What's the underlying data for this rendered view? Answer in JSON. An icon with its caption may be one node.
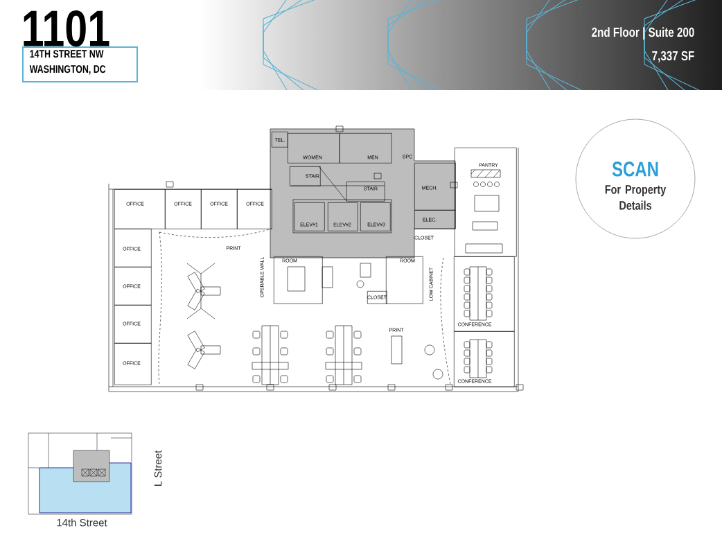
{
  "diagram": {
    "nodes": [
      {
        "text": [
          "OFFICE"
        ]
      },
      {
        "text": [
          "OFFICE"
        ]
      },
      {
        "text": [
          "OFFICE"
        ]
      },
      {
        "text": [
          "OFFICE"
        ]
      },
      {
        "text": [
          "OFFICE"
        ]
      },
      {
        "text": [
          "OFFICE"
        ]
      },
      {
        "text": [
          "OFFICE"
        ]
      },
      {
        "text": [
          "OFFICE"
        ]
      },
      {
        "text": [
          "TEL."
        ]
      },
      {
        "text": [
          "WOMEN"
        ]
      },
      {
        "text": [
          "MEN"
        ]
      },
      {
        "text": [
          "STAIR"
        ]
      },
      {
        "text": [
          "STAIR"
        ]
      },
      {
        "text": [
          "ELEV#1"
        ]
      },
      {
        "text": [
          "ELEV#2"
        ]
      },
      {
        "text": [
          "ELEV#3"
        ]
      },
      {
        "text": [
          "MECH."
        ]
      },
      {
        "text": [
          "ELEC."
        ]
      },
      {
        "text": [
          "PANTRY"
        ]
      },
      {
        "text": [
          "ROOM"
        ]
      },
      {
        "text": [
          "ROOM"
        ]
      },
      {
        "text": [
          "CLOSET"
        ]
      },
      {
        "text": [
          "CONFERENCE"
        ]
      },
      {
        "text": [
          "CONFERENCE"
        ]
      },
      {
        "text": [
          "SCAN",
          "For Property Details"
        ]
      }
    ],
    "labels": [
      "1101",
      "14TH STREET NW",
      "WASHINGTON, DC",
      "2nd Floor | Suite 200",
      "7,337 SF",
      "SPC",
      "CLOSET",
      "PRINT",
      "OPERABLE WALL",
      "LOW CABINET",
      "PRINT",
      "L Street",
      "14th Street"
    ]
  }
}
